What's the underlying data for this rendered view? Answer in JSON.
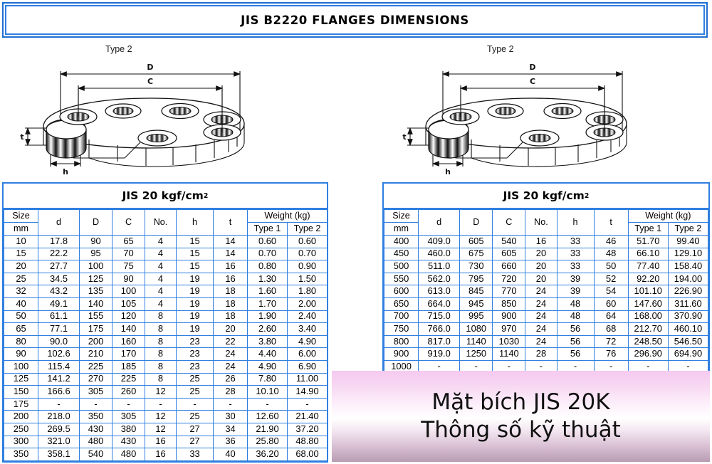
{
  "header": {
    "title": "JIS B2220 FLANGES DIMENSIONS"
  },
  "diagrams": [
    {
      "type_label": "Type 2",
      "dimension_labels": {
        "outer_diameter": "D",
        "bolt_circle": "C",
        "thickness": "t",
        "hole": "h"
      }
    },
    {
      "type_label": "Type 2",
      "dimension_labels": {
        "outer_diameter": "D",
        "bolt_circle": "C",
        "thickness": "t",
        "hole": "h"
      }
    }
  ],
  "tables": [
    {
      "caption": "JIS 20 kgf/cm",
      "caption_sup": "2",
      "headers": {
        "size": "Size",
        "size_unit": "mm",
        "d": "d",
        "D": "D",
        "C": "C",
        "no": "No.",
        "h": "h",
        "t": "t",
        "weight": "Weight (kg)",
        "type1": "Type 1",
        "type2": "Type 2"
      },
      "rows": [
        [
          "10",
          "17.8",
          "90",
          "65",
          "4",
          "15",
          "14",
          "0.60",
          "0.60"
        ],
        [
          "15",
          "22.2",
          "95",
          "70",
          "4",
          "15",
          "14",
          "0.70",
          "0.70"
        ],
        [
          "20",
          "27.7",
          "100",
          "75",
          "4",
          "15",
          "16",
          "0.80",
          "0.90"
        ],
        [
          "25",
          "34.5",
          "125",
          "90",
          "4",
          "19",
          "16",
          "1.30",
          "1.50"
        ],
        [
          "32",
          "43.2",
          "135",
          "100",
          "4",
          "19",
          "18",
          "1.60",
          "1.80"
        ],
        [
          "40",
          "49.1",
          "140",
          "105",
          "4",
          "19",
          "18",
          "1.70",
          "2.00"
        ],
        [
          "50",
          "61.1",
          "155",
          "120",
          "8",
          "19",
          "18",
          "1.90",
          "2.40"
        ],
        [
          "65",
          "77.1",
          "175",
          "140",
          "8",
          "19",
          "20",
          "2.60",
          "3.40"
        ],
        [
          "80",
          "90.0",
          "200",
          "160",
          "8",
          "23",
          "22",
          "3.80",
          "4.90"
        ],
        [
          "90",
          "102.6",
          "210",
          "170",
          "8",
          "23",
          "24",
          "4.40",
          "6.00"
        ],
        [
          "100",
          "115.4",
          "225",
          "185",
          "8",
          "23",
          "24",
          "4.90",
          "6.90"
        ],
        [
          "125",
          "141.2",
          "270",
          "225",
          "8",
          "25",
          "26",
          "7.80",
          "11.00"
        ],
        [
          "150",
          "166.6",
          "305",
          "260",
          "12",
          "25",
          "28",
          "10.10",
          "14.90"
        ],
        [
          "175",
          "-",
          "-",
          "-",
          "-",
          "-",
          "-",
          "-",
          "-"
        ],
        [
          "200",
          "218.0",
          "350",
          "305",
          "12",
          "25",
          "30",
          "12.60",
          "21.40"
        ],
        [
          "250",
          "269.5",
          "430",
          "380",
          "12",
          "27",
          "34",
          "21.90",
          "37.20"
        ],
        [
          "300",
          "321.0",
          "480",
          "430",
          "16",
          "27",
          "36",
          "25.80",
          "48.80"
        ],
        [
          "350",
          "358.1",
          "540",
          "480",
          "16",
          "33",
          "40",
          "36.20",
          "68.00"
        ]
      ]
    },
    {
      "caption": "JIS 20 kgf/cm",
      "caption_sup": "2",
      "headers": {
        "size": "Size",
        "size_unit": "mm",
        "d": "d",
        "D": "D",
        "C": "C",
        "no": "No.",
        "h": "h",
        "t": "t",
        "weight": "Weight (kg)",
        "type1": "Type 1",
        "type2": "Type 2"
      },
      "rows": [
        [
          "400",
          "409.0",
          "605",
          "540",
          "16",
          "33",
          "46",
          "51.70",
          "99.40"
        ],
        [
          "450",
          "460.0",
          "675",
          "605",
          "20",
          "33",
          "48",
          "66.10",
          "129.10"
        ],
        [
          "500",
          "511.0",
          "730",
          "660",
          "20",
          "33",
          "50",
          "77.40",
          "158.40"
        ],
        [
          "550",
          "562.0",
          "795",
          "720",
          "20",
          "39",
          "52",
          "92.20",
          "194.00"
        ],
        [
          "600",
          "613.0",
          "845",
          "770",
          "24",
          "39",
          "54",
          "101.10",
          "226.90"
        ],
        [
          "650",
          "664.0",
          "945",
          "850",
          "24",
          "48",
          "60",
          "147.60",
          "311.60"
        ],
        [
          "700",
          "715.0",
          "995",
          "900",
          "24",
          "48",
          "64",
          "168.00",
          "370.90"
        ],
        [
          "750",
          "766.0",
          "1080",
          "970",
          "24",
          "56",
          "68",
          "212.70",
          "460.10"
        ],
        [
          "800",
          "817.0",
          "1140",
          "1030",
          "24",
          "56",
          "72",
          "248.50",
          "546.50"
        ],
        [
          "900",
          "919.0",
          "1250",
          "1140",
          "28",
          "56",
          "76",
          "296.90",
          "694.90"
        ],
        [
          "1000",
          "-",
          "-",
          "-",
          "-",
          "-",
          "-",
          "-",
          "-"
        ]
      ]
    }
  ],
  "caption_box": {
    "line1": "Mặt bích JIS 20K",
    "line2": "Thông số kỹ thuật"
  },
  "colors": {
    "border_blue": "#2f7fe0",
    "gradient_top": "#f6c9ef",
    "gradient_mid": "#ffffff",
    "gradient_bottom": "#b79cb2",
    "text": "#000000"
  }
}
